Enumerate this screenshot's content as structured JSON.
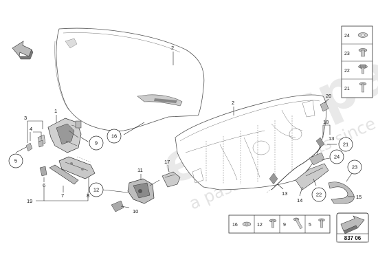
{
  "watermark": {
    "brand": "eurospares",
    "tagline": "a passion for parts since 1985"
  },
  "diagram_code": "837 06",
  "callouts_plain": [
    {
      "id": "1"
    },
    {
      "id": "2a",
      "text": "2"
    },
    {
      "id": "2b",
      "text": "2"
    },
    {
      "id": "3"
    },
    {
      "id": "4"
    },
    {
      "id": "6"
    },
    {
      "id": "7"
    },
    {
      "id": "8"
    },
    {
      "id": "10"
    },
    {
      "id": "11"
    },
    {
      "id": "13a",
      "text": "13"
    },
    {
      "id": "13b",
      "text": "13"
    },
    {
      "id": "14"
    },
    {
      "id": "15"
    },
    {
      "id": "17"
    },
    {
      "id": "18"
    },
    {
      "id": "19"
    },
    {
      "id": "20"
    }
  ],
  "callouts_circled": [
    {
      "id": "5"
    },
    {
      "id": "9"
    },
    {
      "id": "12"
    },
    {
      "id": "16"
    },
    {
      "id": "21"
    },
    {
      "id": "22"
    },
    {
      "id": "23"
    },
    {
      "id": "24"
    }
  ],
  "fastener_legend_right": [
    {
      "label": "24"
    },
    {
      "label": "23"
    },
    {
      "label": "22"
    },
    {
      "label": "21"
    }
  ],
  "fastener_legend_bottom": [
    {
      "label": "16"
    },
    {
      "label": "12"
    },
    {
      "label": "9"
    },
    {
      "label": "5"
    }
  ],
  "icons": {
    "view_arrow": "direction-arrow-icon",
    "nav_arrow": "next-page-arrow-icon"
  }
}
